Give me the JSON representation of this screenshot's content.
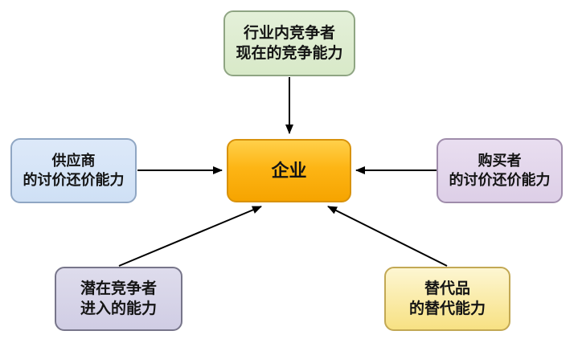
{
  "diagram": {
    "type": "five-forces",
    "nodes": {
      "industry_competitors": {
        "line1": "行业内竞争者",
        "line2": "现在的竞争能力",
        "fill": "#dcebce",
        "border": "#8fa583",
        "position": "top"
      },
      "enterprise": {
        "label": "企业",
        "fill_top": "#ffd04a",
        "fill_bottom": "#f6a400",
        "border": "#d8920b",
        "position": "center"
      },
      "suppliers": {
        "line1": "供应商",
        "line2": "的讨价还价能力",
        "fill": "#d6e4f7",
        "border": "#8fa6c3",
        "position": "left"
      },
      "buyers": {
        "line1": "购买者",
        "line2": "的讨价还价能力",
        "fill": "#e3d6ec",
        "border": "#9f8cab",
        "position": "right"
      },
      "potential_entrants": {
        "line1": "潜在竞争者",
        "line2": "进入的能力",
        "fill": "#d7d4e8",
        "border": "#77758a",
        "position": "bottom-left"
      },
      "substitutes": {
        "line1": "替代品",
        "line2": "的替代能力",
        "fill": "#fbefab",
        "border": "#c2a854",
        "position": "bottom-right"
      }
    },
    "edges": [
      {
        "from": "industry_competitors",
        "to": "enterprise"
      },
      {
        "from": "suppliers",
        "to": "enterprise"
      },
      {
        "from": "buyers",
        "to": "enterprise"
      },
      {
        "from": "potential_entrants",
        "to": "enterprise"
      },
      {
        "from": "substitutes",
        "to": "enterprise"
      }
    ],
    "arrow_color": "#000000",
    "background": "#ffffff",
    "text_color": "#141414"
  }
}
